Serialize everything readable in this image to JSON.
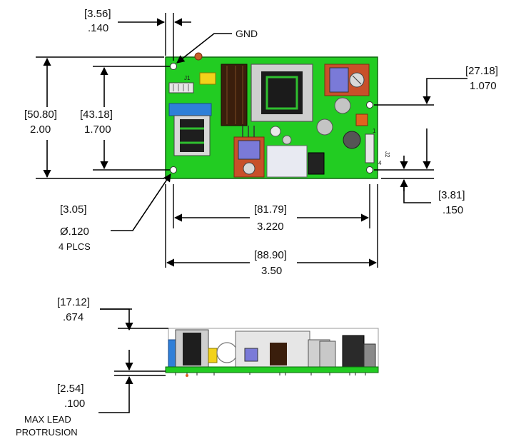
{
  "top_view": {
    "dim_hole_offset_x": {
      "mm": "[3.56]",
      "in": ".140"
    },
    "dim_height_total": {
      "mm": "[50.80]",
      "in": "2.00"
    },
    "dim_height_holes": {
      "mm": "[43.18]",
      "in": "1.700"
    },
    "dim_right_hole_y": {
      "mm": "[27.18]",
      "in": "1.070"
    },
    "dim_right_offset": {
      "mm": "[3.81]",
      "in": ".150"
    },
    "dim_hole_diameter": {
      "mm": "[3.05]",
      "in": "Ø.120",
      "count": "4 PLCS"
    },
    "dim_holes_span": {
      "mm": "[81.79]",
      "in": "3.220"
    },
    "dim_width_total": {
      "mm": "[88.90]",
      "in": "3.50"
    },
    "gnd_label": "GND",
    "silk_j1": "J1",
    "silk_j2": "J2",
    "pin_1": "1",
    "pin_4": "4"
  },
  "side_view": {
    "dim_height": {
      "mm": "[17.12]",
      "in": ".674"
    },
    "dim_lead": {
      "mm": "[2.54]",
      "in": ".100",
      "note_line1": "MAX LEAD",
      "note_line2": "PROTRUSION"
    }
  },
  "colors": {
    "pcb_green": "#22cc22",
    "capacitor_purple": "#7a7ad8",
    "terminal_orange": "#c8502a",
    "transformer_blue": "#2f7fd8",
    "relay_yellow": "#f2d21a",
    "dark_component": "#2b1a10"
  }
}
